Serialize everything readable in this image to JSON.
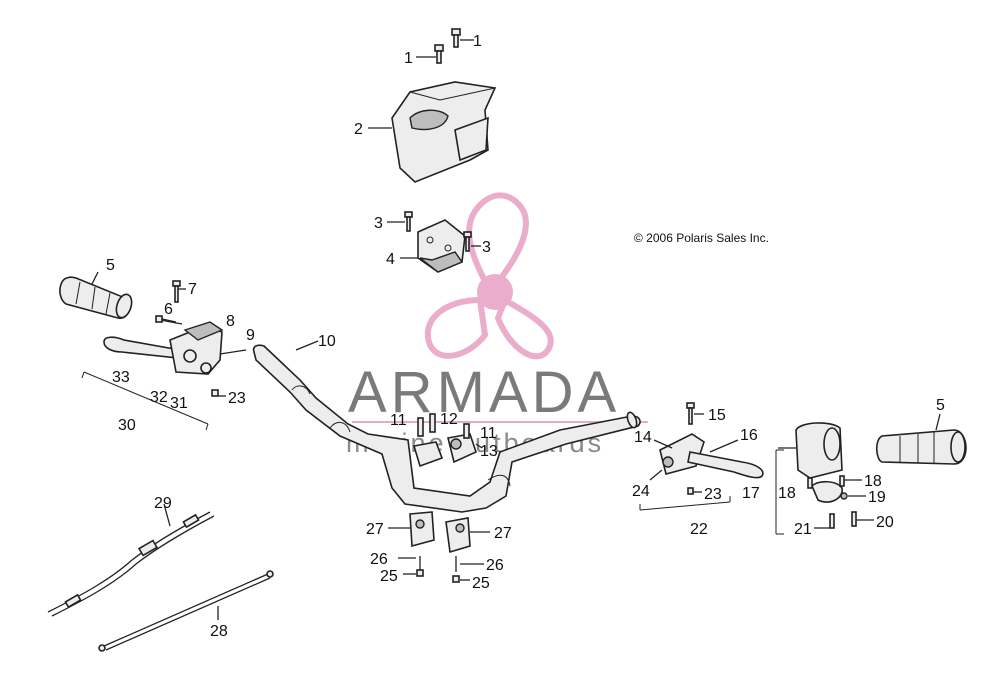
{
  "copyright": "© 2006 Polaris Sales Inc.",
  "watermark": {
    "brand": "ARMADA",
    "tagline": "marine outboards",
    "accent_color": "#e9a9c9",
    "text_color": "#7a7a7a"
  },
  "callouts": {
    "c1a": "1",
    "c1b": "1",
    "c2": "2",
    "c3a": "3",
    "c3b": "3",
    "c4": "4",
    "c5a": "5",
    "c5b": "5",
    "c6": "6",
    "c7": "7",
    "c8": "8",
    "c9": "9",
    "c10": "10",
    "c11a": "11",
    "c11b": "11",
    "c12": "12",
    "c13": "13",
    "c14": "14",
    "c15": "15",
    "c16": "16",
    "c17": "17",
    "c18a": "18",
    "c18b": "18",
    "c19": "19",
    "c20": "20",
    "c21": "21",
    "c22": "22",
    "c23a": "23",
    "c23b": "23",
    "c24": "24",
    "c25a": "25",
    "c25b": "25",
    "c26a": "26",
    "c26b": "26",
    "c27a": "27",
    "c27b": "27",
    "c28": "28",
    "c29": "29",
    "c30": "30",
    "c31": "31",
    "c32": "32",
    "c33": "33"
  }
}
